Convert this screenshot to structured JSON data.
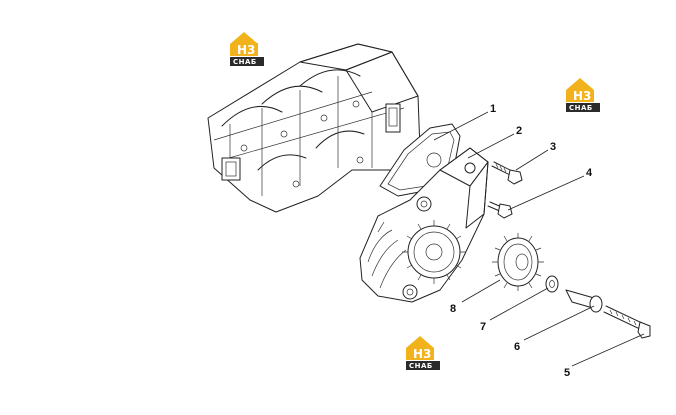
{
  "diagram": {
    "callouts": [
      {
        "id": "1",
        "label": "1"
      },
      {
        "id": "2",
        "label": "2"
      },
      {
        "id": "3",
        "label": "3"
      },
      {
        "id": "4",
        "label": "4"
      },
      {
        "id": "5",
        "label": "5"
      },
      {
        "id": "6",
        "label": "6"
      },
      {
        "id": "7",
        "label": "7"
      },
      {
        "id": "8",
        "label": "8"
      }
    ],
    "watermark": {
      "mark": "H3",
      "text": "CHAБ"
    }
  },
  "colors": {
    "logo_yellow": "#F2B21B",
    "logo_dark": "#2B2B2B",
    "line": "#222222",
    "background": "#FFFFFF"
  }
}
